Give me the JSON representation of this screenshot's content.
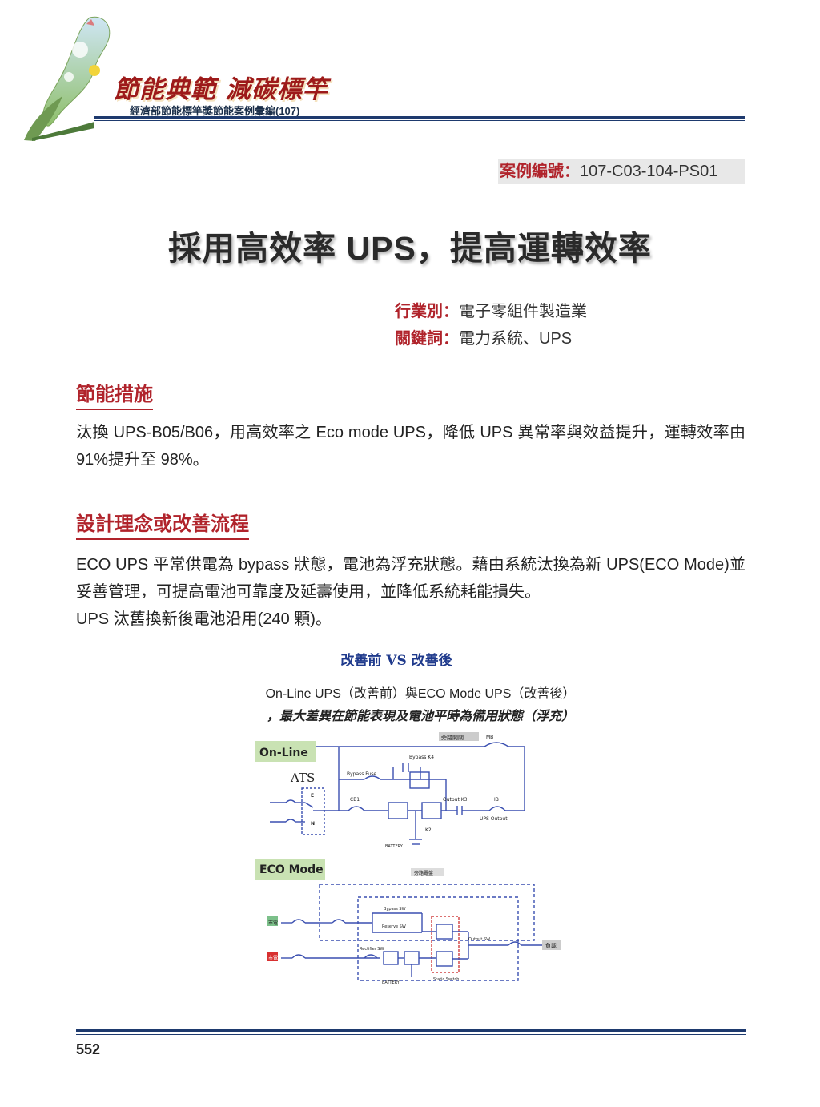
{
  "header": {
    "brand_title": "節能典範  減碳標竿",
    "brand_subtitle": "經濟部節能標竿獎節能案例彙編(107)"
  },
  "case": {
    "label": "案例編號：",
    "value": "107-C03-104-PS01"
  },
  "title": "採用高效率 UPS，提高運轉效率",
  "meta": {
    "industry_label": "行業別：",
    "industry_value": "電子零組件製造業",
    "keywords_label": "關鍵詞：",
    "keywords_value": "電力系統、UPS"
  },
  "section1": {
    "heading": "節能措施",
    "text": "汰換 UPS-B05/B06，用高效率之 Eco mode UPS，降低 UPS 異常率與效益提升，運轉效率由 91%提升至 98%。"
  },
  "section2": {
    "heading": "設計理念或改善流程",
    "para1": "ECO UPS 平常供電為 bypass 狀態，電池為浮充狀態。藉由系統汰換為新 UPS(ECO Mode)並妥善管理，可提高電池可靠度及延壽使用，並降低系統耗能損失。",
    "para2": "UPS 汰舊換新後電池沿用(240 顆)。"
  },
  "figure": {
    "title": "改善前 VS 改善後",
    "line1": "On-Line UPS（改善前）與ECO Mode UPS（改善後）",
    "line2": "，最大差異在節能表現及電池平時為備用狀態（浮充）",
    "online": {
      "label": "On-Line",
      "ats": "ATS",
      "bypass_switch_label": "旁路開關",
      "mb": "MB",
      "bypass_k4": "Bypass K4",
      "bypass_fuse": "Bypass Fuse",
      "cb1": "CB1",
      "output_k3": "Output K3",
      "ib": "IB",
      "ups_output": "UPS Output",
      "k2": "K2",
      "battery": "BATTERY",
      "e": "E",
      "n": "N"
    },
    "eco": {
      "label": "ECO Mode",
      "bypass_panel": "旁路電盤",
      "bypass_sw": "Bypass SW",
      "reserve_sw": "Reserve SW",
      "rectifier_sw": "Rectifier SW",
      "output_sw": "Output SW",
      "static_switch": "Static Switch",
      "battery": "BATTERY",
      "input1": "市電",
      "input2": "市電",
      "load": "負載"
    },
    "colors": {
      "line": "#3a4fb0",
      "online_tag": "#c9e2b3",
      "eco_tag": "#c9e2b3",
      "static": "#d04040"
    }
  },
  "footer": {
    "page_number": "552"
  }
}
